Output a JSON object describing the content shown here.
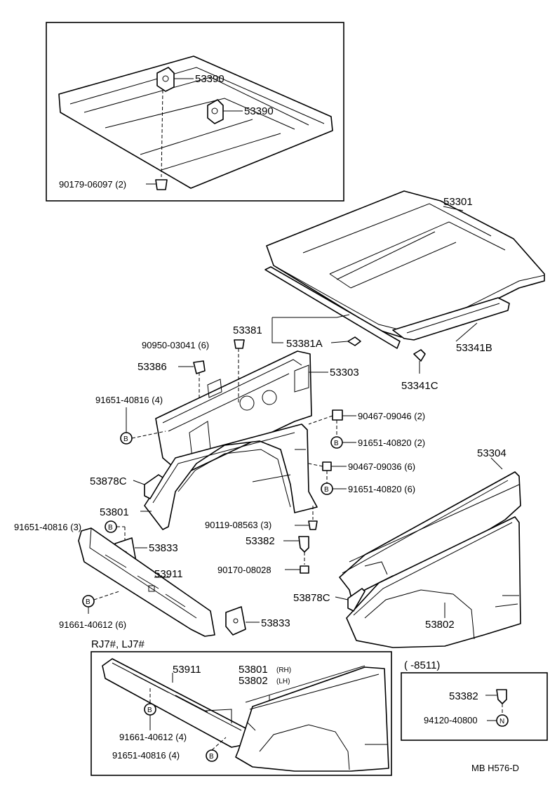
{
  "labels": {
    "p53390a": "53390",
    "p53390b": "53390",
    "p9017906097": "90179-06097 (2)",
    "p53301": "53301",
    "p53381": "53381",
    "p53381a": "53381A",
    "p53341b": "53341B",
    "p53341c": "53341C",
    "p9095003041": "90950-03041 (6)",
    "p53386": "53386",
    "p53303": "53303",
    "p9165140816a": "91651-40816 (4)",
    "p9046709046": "90467-09046 (2)",
    "p9165140820a": "91651-40820 (2)",
    "p9046709036": "90467-09036 (6)",
    "p9165140820b": "91651-40820 (6)",
    "p53304": "53304",
    "p53878ca": "53878C",
    "p53801": "53801",
    "p9165140816b": "91651-40816 (3)",
    "p9011908563": "90119-08563 (3)",
    "p53833a": "53833",
    "p53382a": "53382",
    "p53911a": "53911",
    "p9017008028": "90170-08028",
    "p53878cb": "53878C",
    "p53802a": "53802",
    "p9166140612a": "91661-40612 (6)",
    "p53833b": "53833",
    "variant": "RJ7#, LJ7#",
    "p53911b": "53911",
    "p53801rh": "53801",
    "rh": "(RH)",
    "p53802lh": "53802",
    "lh": "(LH)",
    "p9166140612b": "91661-40612 (4)",
    "p9165140816c": "91651-40816 (4)",
    "date_range": "(       -8511)",
    "p53382b": "53382",
    "p9412040800": "94120-40800",
    "footer_code": "MB  H576-D"
  },
  "markers": {
    "b": "B",
    "n": "N"
  }
}
